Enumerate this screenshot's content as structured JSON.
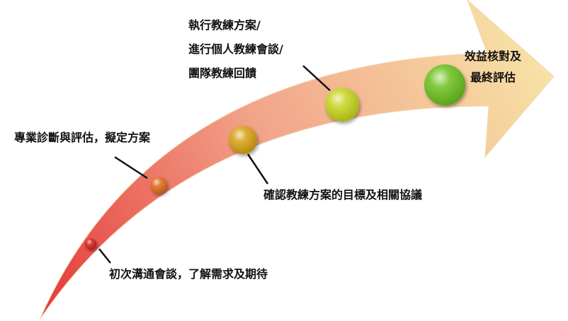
{
  "stages": [
    {
      "id": "stage-1",
      "color": "#d81e1e",
      "lines": [
        "初次溝通會談，了解需求及期待"
      ]
    },
    {
      "id": "stage-2",
      "color": "#e06a1a",
      "lines": [
        "專業診斷與評估，擬定方案"
      ]
    },
    {
      "id": "stage-3",
      "color": "#d8a012",
      "lines": [
        "確認教練方案的目標及相關協議"
      ]
    },
    {
      "id": "stage-4",
      "color": "#c6d41c",
      "lines": [
        "執行教練方案/",
        "進行個人教練會談/",
        "團隊教練回饋"
      ]
    },
    {
      "id": "stage-5",
      "color": "#6cc01e",
      "lines": [
        "效益核對及",
        "最終評估"
      ]
    }
  ],
  "arrow_colors": {
    "tail": "#e53a3a",
    "middle": "#f2a58a",
    "head": "#f7e3a6"
  }
}
